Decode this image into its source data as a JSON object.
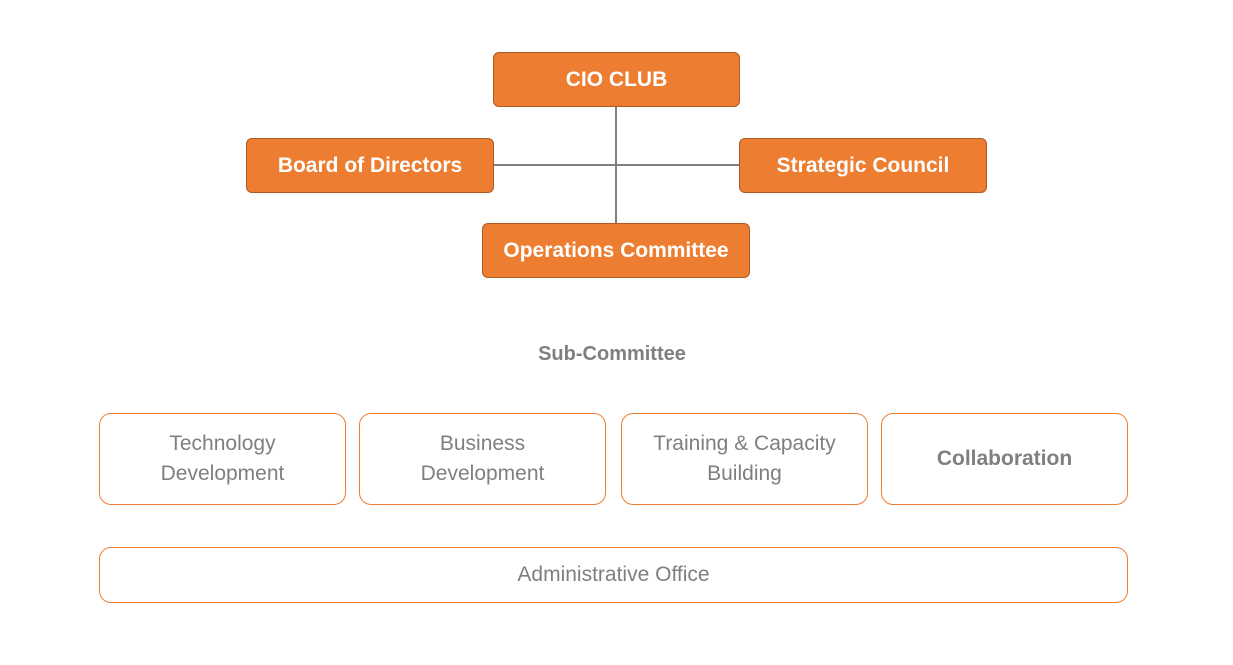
{
  "org": {
    "top": "CIO CLUB",
    "left": "Board of Directors",
    "right": "Strategic Council",
    "bottom": "Operations Committee"
  },
  "sub_committee": {
    "title": "Sub-Committee",
    "items": [
      {
        "line1": "Technology",
        "line2": "Development"
      },
      {
        "line1": "Business",
        "line2": "Development"
      },
      {
        "line1": "Training & Capacity",
        "line2": "Building"
      },
      {
        "line1": "Collaboration",
        "line2": ""
      }
    ]
  },
  "admin_office": "Administrative Office",
  "colors": {
    "accent": "#ed7d31",
    "accent_border": "#ae5a21",
    "text_gray": "#7f7f7f",
    "connector": "#7f7f7f"
  }
}
